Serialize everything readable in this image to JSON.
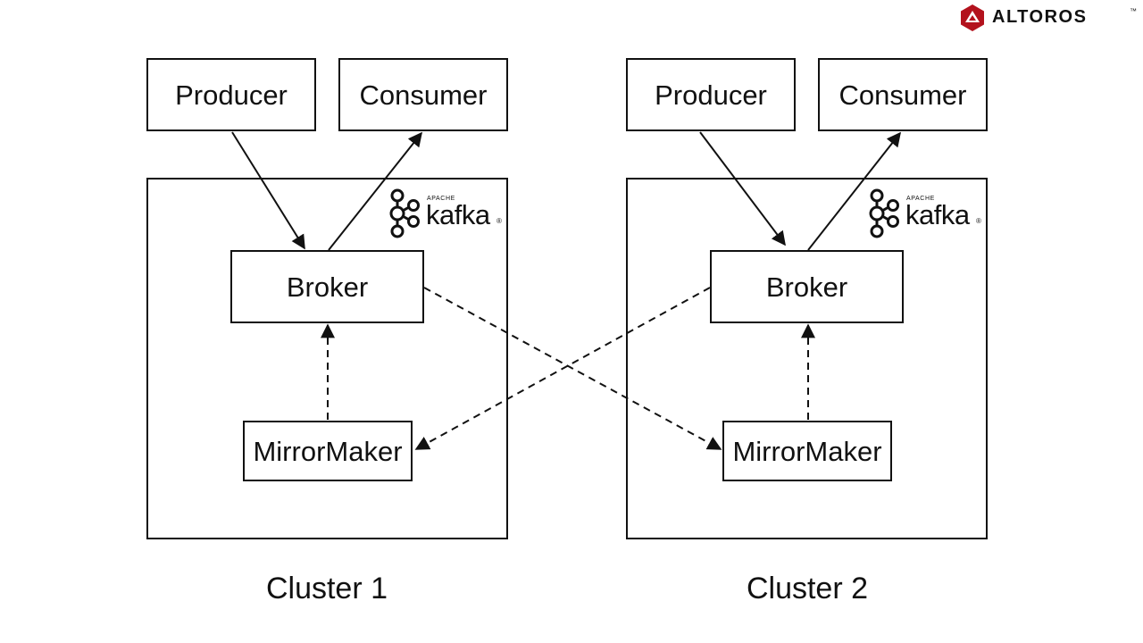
{
  "brand": {
    "name": "ALTOROS",
    "trademark": "™",
    "logo_icon": "altoros-hexagon-icon",
    "accent_color": "#b3121d"
  },
  "clusters": [
    {
      "label": "Cluster 1",
      "producer_label": "Producer",
      "consumer_label": "Consumer",
      "broker_label": "Broker",
      "mirrormaker_label": "MirrorMaker",
      "kafka_logo": {
        "apache": "APACHE",
        "wordmark": "kafka",
        "registered": "®",
        "icon": "kafka-icon"
      }
    },
    {
      "label": "Cluster 2",
      "producer_label": "Producer",
      "consumer_label": "Consumer",
      "broker_label": "Broker",
      "mirrormaker_label": "MirrorMaker",
      "kafka_logo": {
        "apache": "APACHE",
        "wordmark": "kafka",
        "registered": "®",
        "icon": "kafka-icon"
      }
    }
  ],
  "connections": [
    {
      "from": "cluster-1-producer",
      "to": "cluster-1-broker",
      "style": "solid"
    },
    {
      "from": "cluster-1-broker",
      "to": "cluster-1-consumer",
      "style": "solid"
    },
    {
      "from": "cluster-1-mirrormaker",
      "to": "cluster-1-broker",
      "style": "dashed"
    },
    {
      "from": "cluster-1-broker",
      "to": "cluster-2-mirrormaker",
      "style": "dashed"
    },
    {
      "from": "cluster-2-producer",
      "to": "cluster-2-broker",
      "style": "solid"
    },
    {
      "from": "cluster-2-broker",
      "to": "cluster-2-consumer",
      "style": "solid"
    },
    {
      "from": "cluster-2-mirrormaker",
      "to": "cluster-2-broker",
      "style": "dashed"
    },
    {
      "from": "cluster-2-broker",
      "to": "cluster-1-mirrormaker",
      "style": "dashed"
    }
  ]
}
